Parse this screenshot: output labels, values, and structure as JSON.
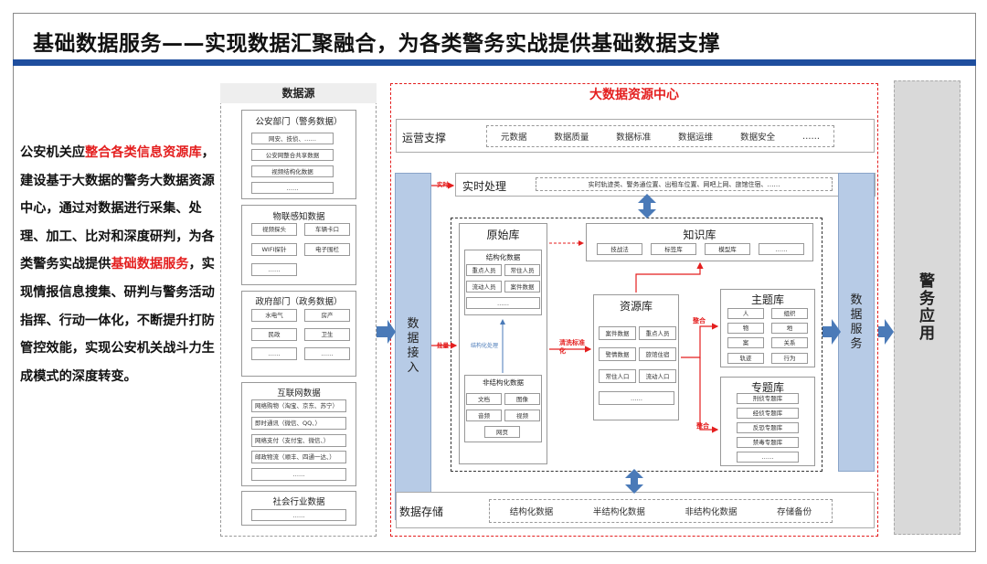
{
  "title": "基础数据服务——实现数据汇聚融合，为各类警务实战提供基础数据支撑",
  "left_text": {
    "t1": "公安机关应",
    "h1": "整合各类信息资源库",
    "t2": "，建设基于大数据的警务大数据资源中心，通过对数据进行采集、处理、加工、比对和深度研判，为各类警务实战提供",
    "h2": "基础数据服务",
    "t3": "，实现情报信息搜集、研判与警务活动指挥、行动一体化，不断提升打防管控效能，实现公安机关战斗力生成模式的深度转变。"
  },
  "source": {
    "header": "数据源",
    "groups": [
      {
        "title": "公安部门（警务数据）",
        "items": [
          "网安、技侦、……",
          "公安网整合共享数据",
          "视频结构化数据",
          "……"
        ]
      },
      {
        "title": "物联感知数据",
        "items": [
          "视频探头",
          "车辆卡口",
          "WIFI探针",
          "电子围栏",
          "……"
        ]
      },
      {
        "title": "政府部门（政务数据）",
        "items": [
          "水电气",
          "房产",
          "民政",
          "卫生",
          "……",
          "……"
        ]
      },
      {
        "title": "互联网数据",
        "items": [
          "网络购物（淘宝、京东、苏宁）",
          "即时通讯（微信、QQ、）",
          "网络支付（支付宝、微信、）",
          "邮政物流（顺丰、四通一达、）",
          "……"
        ]
      },
      {
        "title": "社会行业数据",
        "items": [
          "……"
        ]
      }
    ]
  },
  "center": {
    "title": "大数据资源中心",
    "ops": {
      "label": "运营支撑",
      "items": [
        "元数据",
        "数据质量",
        "数据标准",
        "数据运维",
        "数据安全",
        "……"
      ]
    },
    "realtime": {
      "label": "实时处理",
      "detail": "实时轨迹类、警务通位置、出租车位置、网吧上网、旅馆住宿、……",
      "arrow_label": "实时"
    },
    "access": "数据接入",
    "ingest_label": "批量",
    "raw": {
      "title": "原始库",
      "struct_title": "结构化数据",
      "struct_items": [
        "重点人员",
        "常住人员",
        "流动人员",
        "案件数据",
        "……"
      ],
      "unstruct_title": "非结构化数据",
      "unstruct_items": [
        "文档",
        "图像",
        "音频",
        "视频",
        "网页"
      ],
      "ai_label": "结构化处理"
    },
    "clean_label": "清洗标准化",
    "knowledge": {
      "title": "知识库",
      "items": [
        "技战法",
        "标签库",
        "模型库",
        "……"
      ]
    },
    "resource": {
      "title": "资源库",
      "items": [
        "案件数据",
        "重点人员",
        "警情数据",
        "旅馆住宿",
        "常住人口",
        "流动人口",
        "……"
      ]
    },
    "merge1": "整合",
    "merge2": "整合",
    "topic": {
      "title": "主题库",
      "items": [
        "人",
        "组织",
        "物",
        "地",
        "案",
        "关系",
        "轨迹",
        "行为"
      ]
    },
    "special": {
      "title": "专题库",
      "items": [
        "刑侦专题库",
        "经侦专题库",
        "反恐专题库",
        "禁毒专题库",
        "……"
      ]
    },
    "storage": {
      "label": "数据存储",
      "items": [
        "结构化数据",
        "半结构化数据",
        "非结构化数据",
        "存储备份"
      ]
    },
    "service": "数据服务"
  },
  "app": "警务应用",
  "colors": {
    "accent_blue": "#1f4e9e",
    "highlight_red": "#e41e1e",
    "bar_blue": "#b7cbe6",
    "arrow_blue": "#4a7ab8"
  }
}
